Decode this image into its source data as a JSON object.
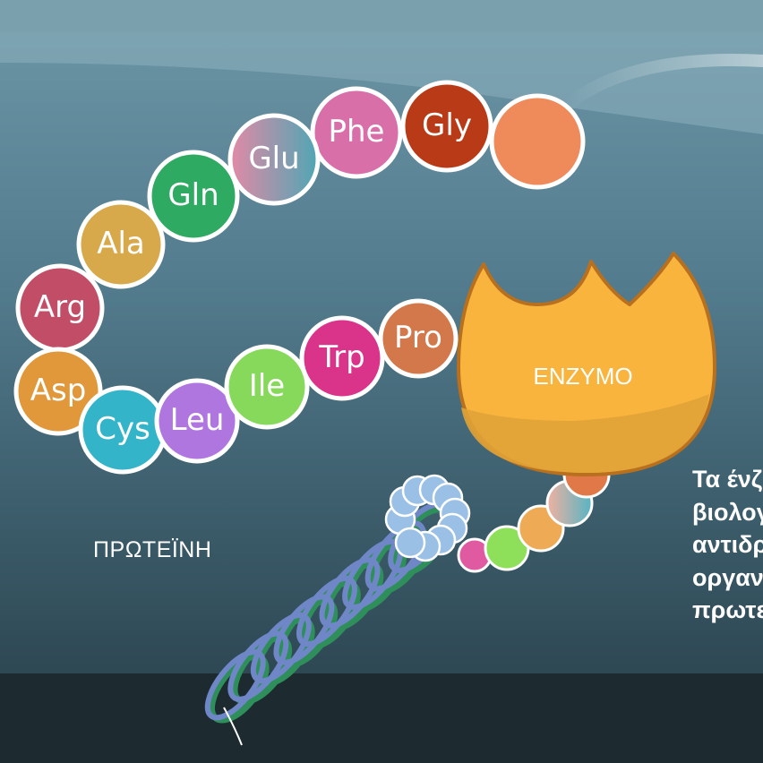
{
  "diagram": {
    "protein_label": "ΠΡΩΤΕΪΝΗ",
    "enzyme_label": "ΕΝΖΥΜΟ",
    "side_text_lines": [
      "Τα ένζ",
      "βιολογ",
      "αντιδρ",
      "οργαν",
      "πρωτε"
    ],
    "amino_acids": [
      {
        "label": "Gly",
        "color": "#b83a16"
      },
      {
        "label": "Phe",
        "color": "#d86fa8"
      },
      {
        "label": "Glu",
        "color": "#c07898"
      },
      {
        "label": "Gln",
        "color": "#2faa62"
      },
      {
        "label": "Ala",
        "color": "#d8a94a"
      },
      {
        "label": "Arg",
        "color": "#c24d66"
      },
      {
        "label": "Asp",
        "color": "#e0983a"
      },
      {
        "label": "Cys",
        "color": "#34b4c8"
      },
      {
        "label": "Leu",
        "color": "#b076e0"
      },
      {
        "label": "Ile",
        "color": "#86d95a"
      },
      {
        "label": "Trp",
        "color": "#d9348a"
      },
      {
        "label": "Pro",
        "color": "#d2784a"
      }
    ],
    "unlabeled_bead_color": "#ef8a5a",
    "colors": {
      "background_top": "#7098a8",
      "background_bottom": "#243a44",
      "enzyme_fill": "#f9b33c",
      "enzyme_stroke": "#b36d1c",
      "helix_blue": "#6f86c7",
      "helix_green": "#2e8f5a"
    }
  }
}
